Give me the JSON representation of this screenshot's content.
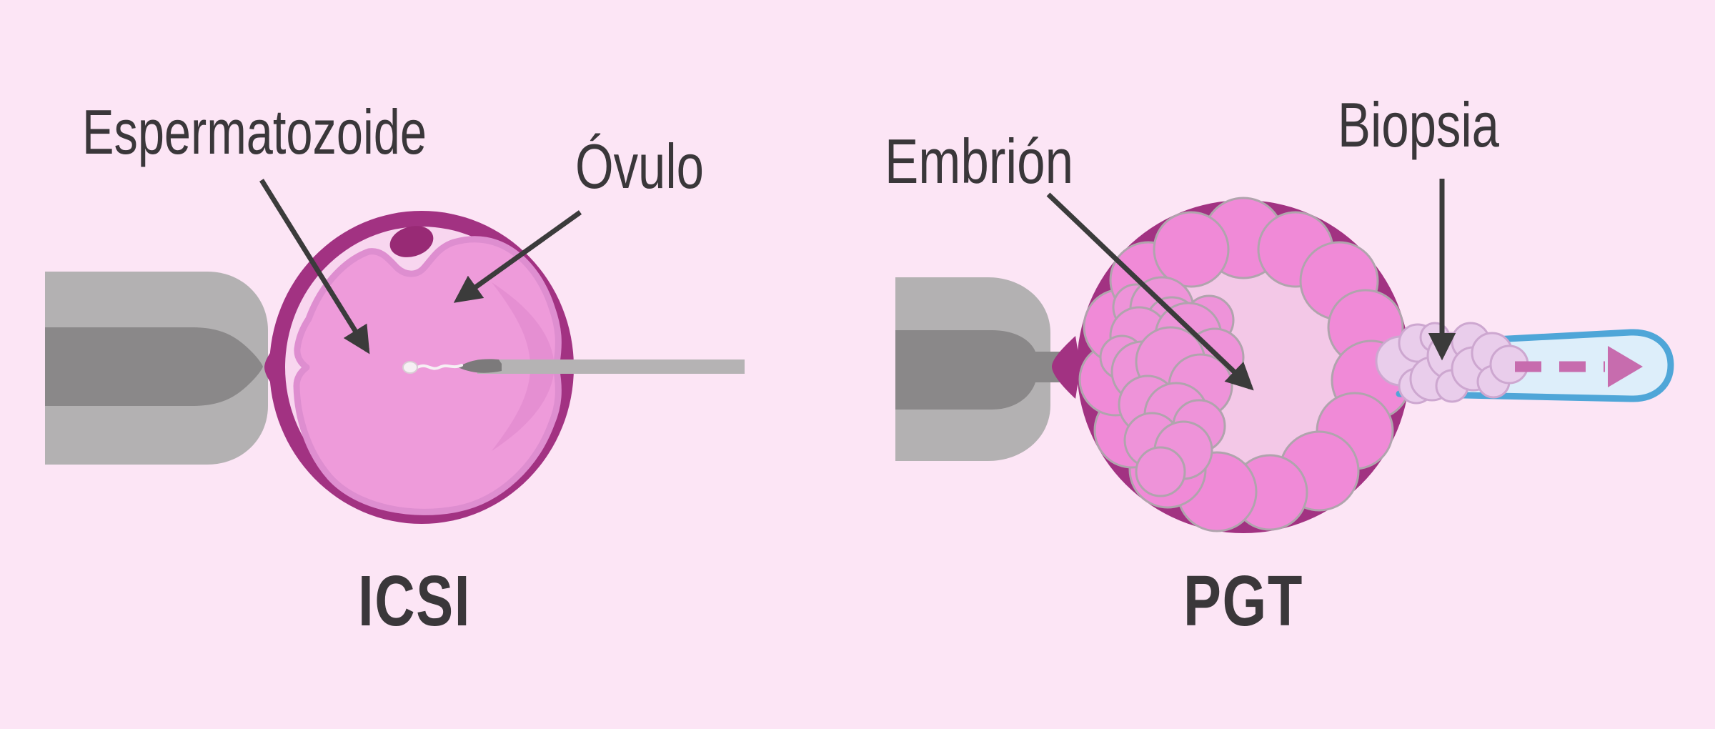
{
  "labels": {
    "sperm": "Espermatozoide",
    "egg": "Óvulo",
    "embryo": "Embrión",
    "biopsy": "Biopsia",
    "left_caption": "ICSI",
    "right_caption": "PGT"
  },
  "colors": {
    "background": "#fce5f5",
    "text": "#3a373a",
    "arrow": "#3b3b3b",
    "egg_ring": "#a23282",
    "polar_body": "#982a75",
    "zona": "#f8d6ef",
    "cytoplasm": "#ee9bda",
    "cytoplasm_edge": "#de8ed0",
    "cytoplasm_shadow": "#e58fd2",
    "pipette_light": "#b3b1b2",
    "pipette_dark": "#8a8889",
    "needle": "#b5b3b4",
    "needle_tip": "#7c7a7b",
    "sperm_body": "#f6f0f4",
    "sperm_outline": "#d9ccd4",
    "blastocoel": "#f3c8e7",
    "troph_cell": "#f08ad7",
    "cell_outline": "#b0a4ad",
    "icm_cell": "#ee93d9",
    "biopsy_pipette_fill": "#ddeefa",
    "biopsy_pipette_stroke": "#4fa6d8",
    "biopsy_cell": "#e9cdeb",
    "biopsy_cell_outline": "#cda7d0",
    "dashed_arrow": "#c76cae"
  }
}
